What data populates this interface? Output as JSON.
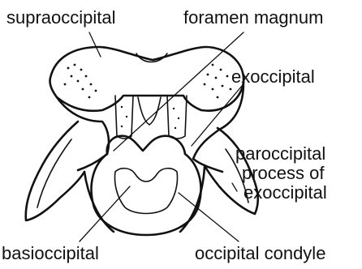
{
  "labels": {
    "supraoccipital": "supraoccipital",
    "foramen_magnum": "foramen magnum",
    "exoccipital": "exoccipital",
    "paroccipital_line1": "paroccipital",
    "paroccipital_line2": "process of",
    "paroccipital_line3": "exoccipital",
    "basioccipital": "basioccipital",
    "occipital_condyle": "occipital condyle"
  }
}
